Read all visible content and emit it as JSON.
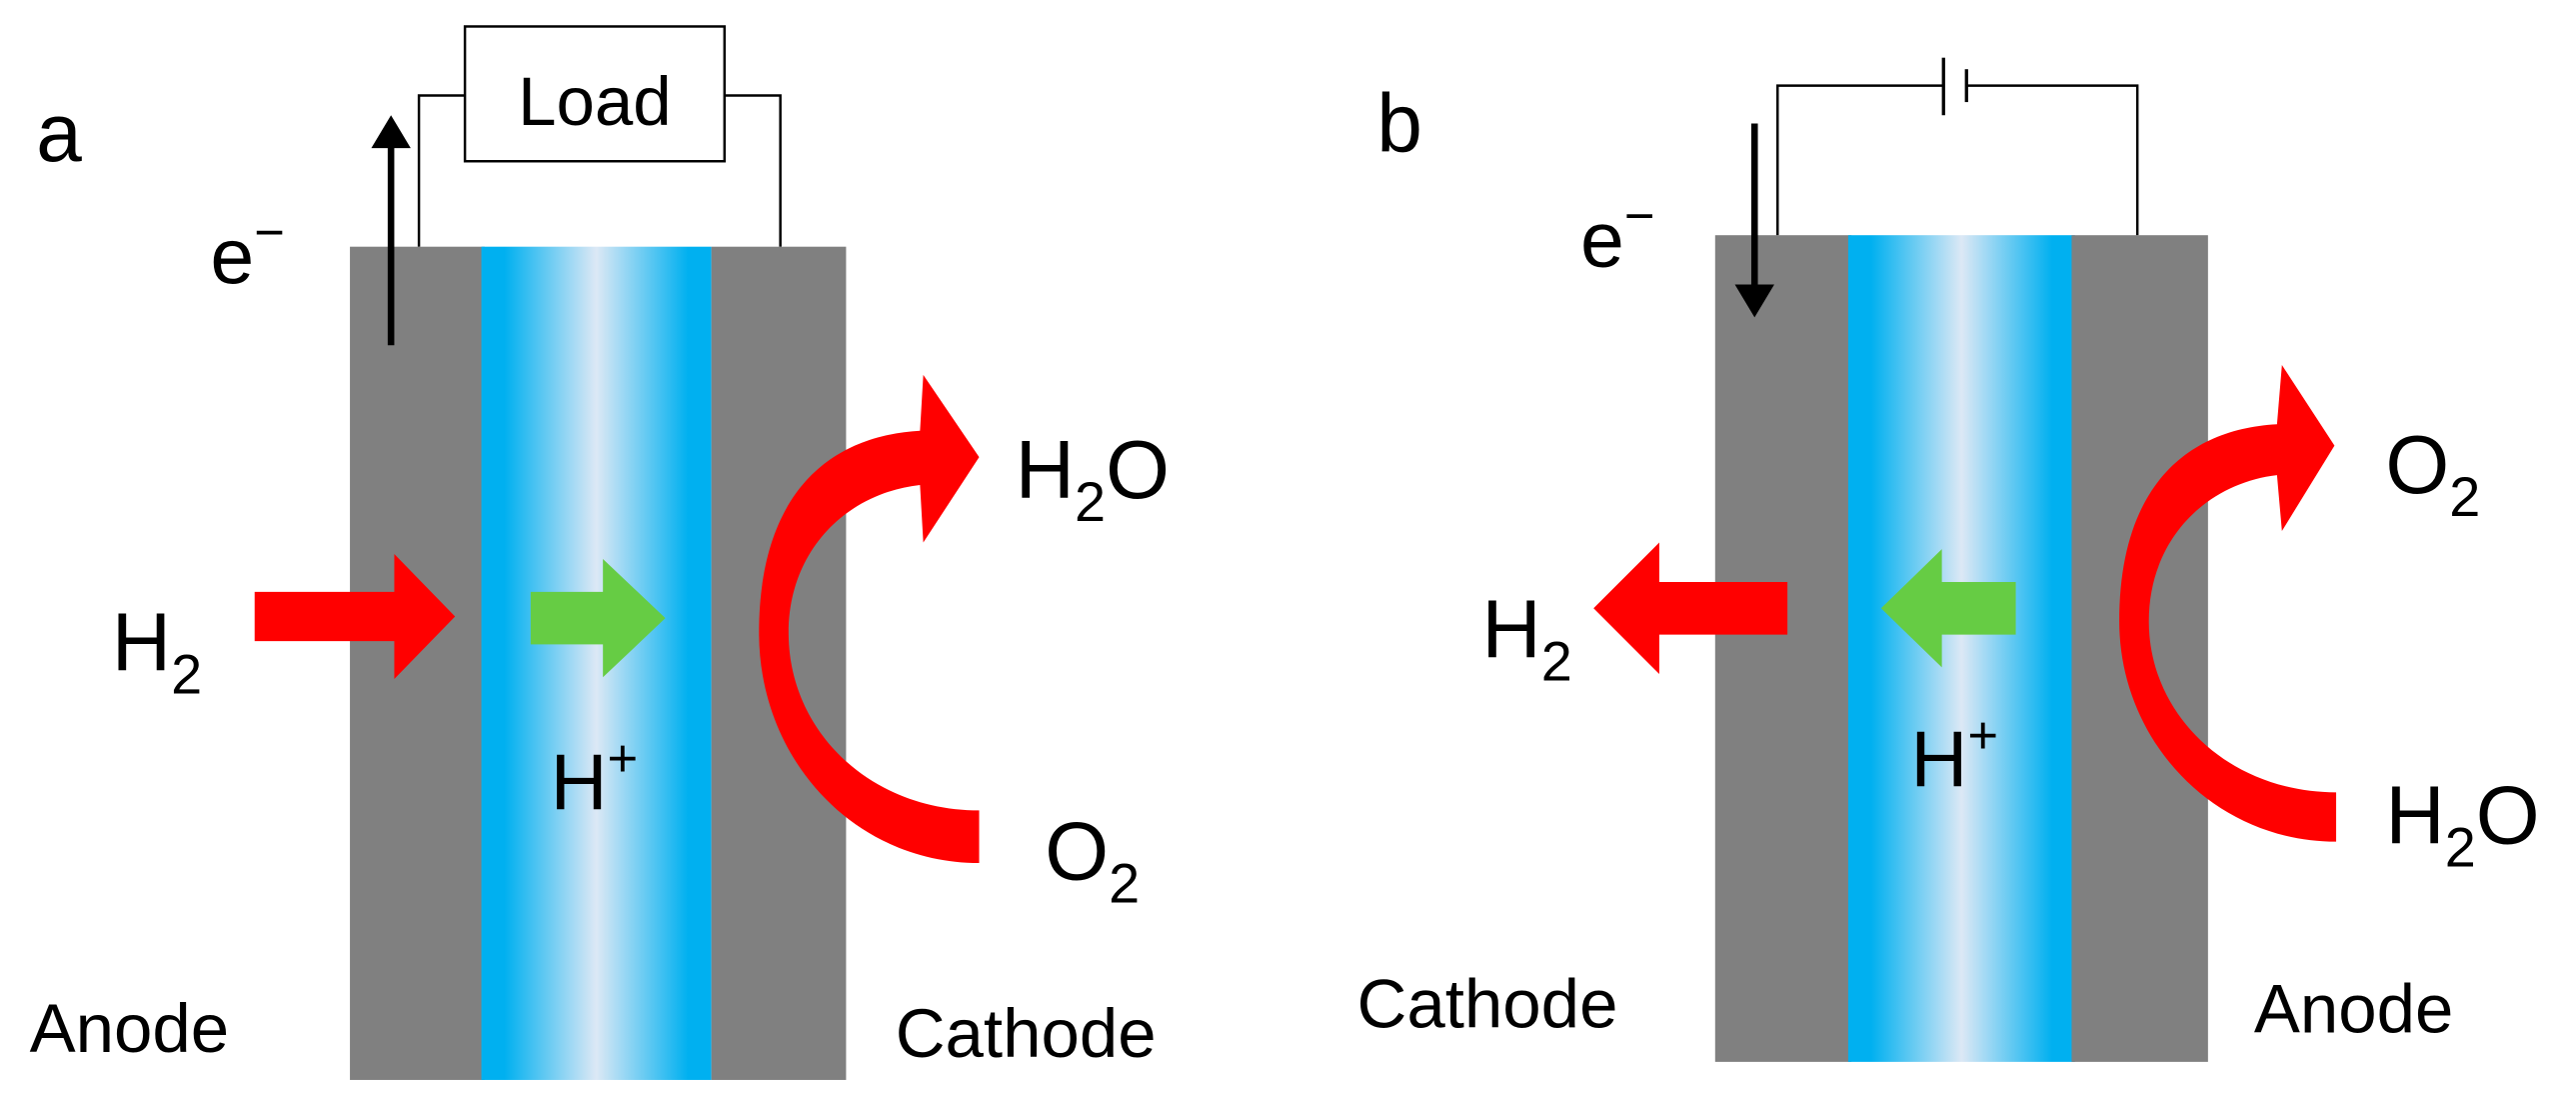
{
  "panel_a": {
    "letter": "a",
    "load_label": "Load",
    "electron": {
      "base": "e",
      "sup": "−"
    },
    "h2": {
      "base": "H",
      "sub": "2"
    },
    "proton": {
      "base": "H",
      "sup": "+"
    },
    "h2o": {
      "pre": "H",
      "sub": "2",
      "post": "O"
    },
    "o2": {
      "base": "O",
      "sub": "2"
    },
    "left_electrode_label": "Anode",
    "right_electrode_label": "Cathode"
  },
  "panel_b": {
    "letter": "b",
    "electron": {
      "base": "e",
      "sup": "−"
    },
    "h2": {
      "base": "H",
      "sub": "2"
    },
    "proton": {
      "base": "H",
      "sup": "+"
    },
    "o2": {
      "base": "O",
      "sub": "2"
    },
    "h2o": {
      "pre": "H",
      "sub": "2",
      "post": "O"
    },
    "left_electrode_label": "Cathode",
    "right_electrode_label": "Anode"
  },
  "colors": {
    "electrode": "#808080",
    "membrane_edge": "#00b0f0",
    "membrane_center": "#dce8f5",
    "reactant_arrow": "#ff0000",
    "proton_arrow": "#66cc44",
    "wire": "#000000"
  }
}
